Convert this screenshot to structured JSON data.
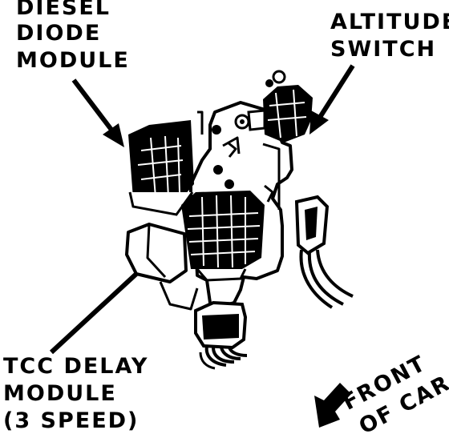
{
  "labels": {
    "diesel_diode": [
      "DIESEL",
      "DIODE",
      "MODULE"
    ],
    "altitude_switch": [
      "ALTITUDE",
      "SWITCH"
    ],
    "tcc_delay": [
      "TCC DELAY",
      "MODULE",
      "(3 SPEED)"
    ],
    "front_of_car": [
      "FRONT",
      "OF CAR"
    ]
  },
  "colors": {
    "ink": "#000000",
    "paper": "#ffffff"
  }
}
